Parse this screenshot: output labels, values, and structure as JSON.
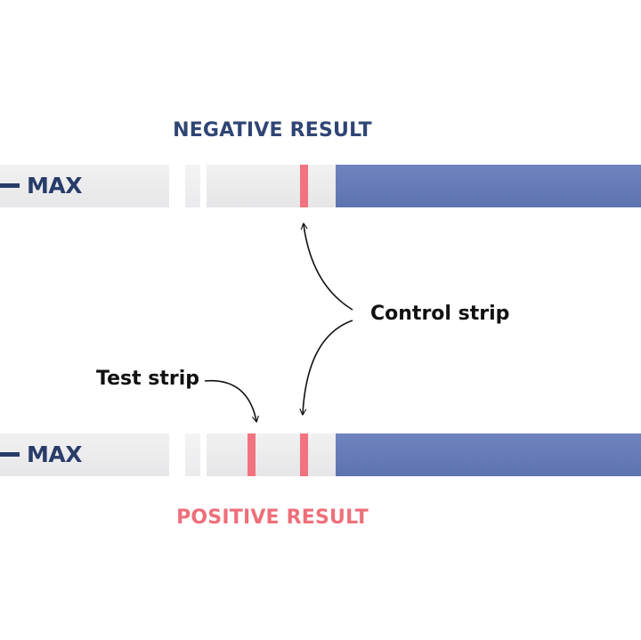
{
  "negative": {
    "title": "NEGATIVE RESULT",
    "title_color": "#2f4574",
    "strip_label": "MAX"
  },
  "positive": {
    "title": "POSITIVE RESULT",
    "title_color": "#ee6f7a",
    "strip_label": "MAX"
  },
  "annotations": {
    "control": "Control strip",
    "test": "Test strip"
  },
  "colors": {
    "line": "#f0737f",
    "handle": "#6b80bc",
    "brand": "#283c69",
    "strip": "#ececee"
  }
}
